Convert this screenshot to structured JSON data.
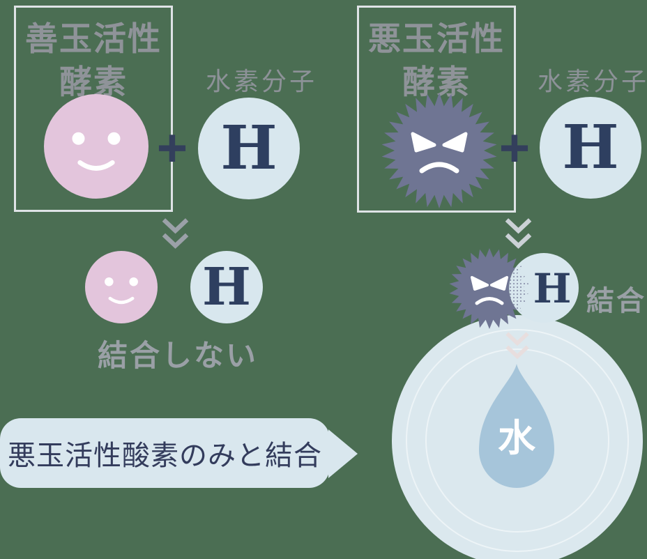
{
  "colors": {
    "bg": "#4b6e53",
    "box_border": "#dfe3e6",
    "title_gray": "#8f9399",
    "label_gray": "#8d9298",
    "caption_gray": "#9aa0a6",
    "pink": "#e3c5dc",
    "light_blue": "#d8e7ee",
    "navy": "#2e3f60",
    "plus_navy": "#333f5c",
    "slate": "#6f7593",
    "dot_slate": "#8d95ad",
    "chev_gray": "#9ba1a8",
    "chev_light": "#cbd1d6",
    "chev_faint": "#e8dede",
    "big_circle": "#dbe8ee",
    "ring": "rgba(255,255,255,0.5)",
    "drop": "#a6c5da",
    "bubble": "#d9e7ee",
    "bubble_text": "#333c5c"
  },
  "left_panel": {
    "title_line1": "善玉活性",
    "title_line2": "酵素",
    "hydrogen_label": "水素分子",
    "plus": "+",
    "h_symbol": "H",
    "result": {
      "h_symbol": "H",
      "caption": "結合しない"
    }
  },
  "right_panel": {
    "title_line1": "悪玉活性",
    "title_line2": "酵素",
    "hydrogen_label": "水素分子",
    "plus": "+",
    "h_symbol": "H",
    "result": {
      "h_symbol": "H",
      "caption": "結合"
    },
    "water_drop_label": "水"
  },
  "callout": {
    "text": "悪玉活性酸素のみと結合"
  }
}
